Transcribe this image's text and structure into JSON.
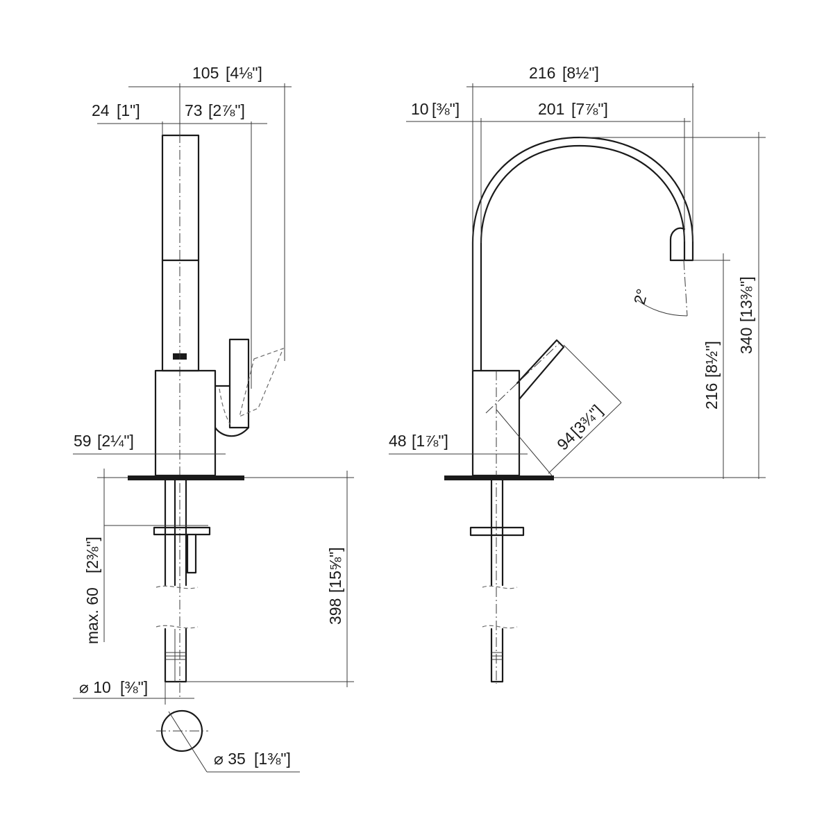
{
  "side_view": {
    "overall_depth": {
      "value": "105",
      "inch": "4⅛\""
    },
    "spout_depth": {
      "value": "73",
      "inch": "2⅞\""
    },
    "offset": {
      "value": "24",
      "inch": "1\""
    },
    "body_depth": {
      "value": "59",
      "inch": "2¼\""
    },
    "max_deck_thickness": {
      "value": "max. 60",
      "inch": "2⅜\""
    },
    "below_deck_length": {
      "value": "398",
      "inch": "15⅝\""
    },
    "hose_diameter": {
      "value": "⌀ 10",
      "inch": "⅜\""
    },
    "base_diameter": {
      "value": "⌀ 35",
      "inch": "1⅜\""
    }
  },
  "front_view": {
    "overall_width": {
      "value": "216",
      "inch": "8½\""
    },
    "spout_reach": {
      "value": "201",
      "inch": "7⅞\""
    },
    "pipe_offset": {
      "value": "10",
      "inch": "⅜\""
    },
    "body_width": {
      "value": "48",
      "inch": "1⅞\""
    },
    "lever_length": {
      "value": "94",
      "inch": "3¾\""
    },
    "spout_clearance": {
      "value": "216",
      "inch": "8½\""
    },
    "overall_height": {
      "value": "340",
      "inch": "13⅜\""
    },
    "spout_tilt": {
      "value": "2°"
    }
  }
}
